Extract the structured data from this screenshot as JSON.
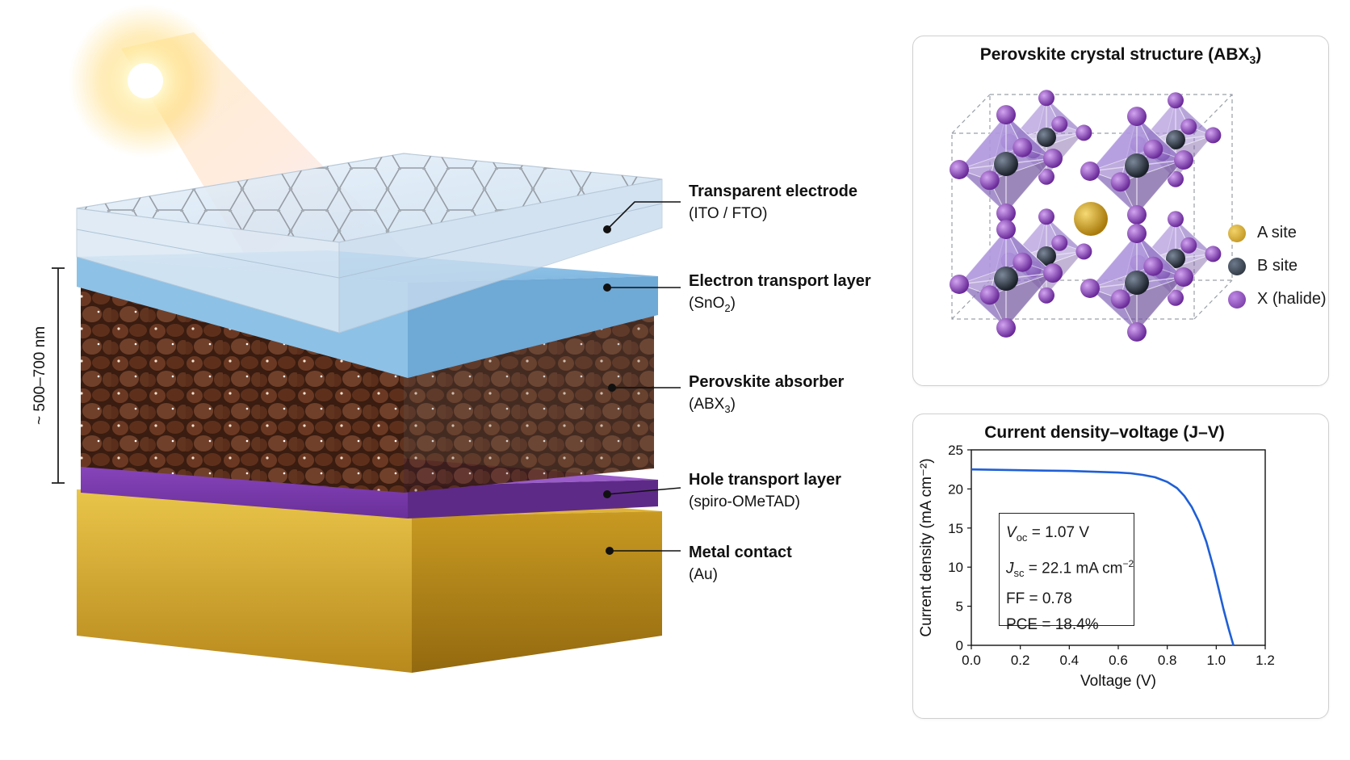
{
  "stack": {
    "thickness_label": "~ 500–700 nm",
    "layers": [
      {
        "name": "Transparent electrode",
        "sub": "(ITO / FTO)"
      },
      {
        "name": "Electron transport layer",
        "sub": "(SnO",
        "sub_subscript": "2",
        "sub_after": ")"
      },
      {
        "name": "Perovskite absorber",
        "sub": "(ABX",
        "sub_subscript": "3",
        "sub_after": ")"
      },
      {
        "name": "Hole transport layer",
        "sub": "(spiro-OMeTAD)"
      },
      {
        "name": "Metal contact",
        "sub": "(Au)"
      }
    ],
    "colors": {
      "glass": "#cfe2f3",
      "etl": "#8cc0e6",
      "perovskite": "#5a2f1d",
      "htl": "#7f3fb0",
      "gold": "#d6a828"
    }
  },
  "crystal": {
    "title": "Perovskite crystal structure (ABX",
    "title_subscript": "3",
    "title_after": ")",
    "legend": [
      {
        "label": "A site",
        "color": "#d4a11e"
      },
      {
        "label": "B site",
        "color": "#2d3440"
      },
      {
        "label": "X (halide)",
        "color": "#8a3fb8"
      }
    ]
  },
  "jv": {
    "title": "Current density–voltage (J–V)",
    "params": {
      "voc_sym": "V",
      "voc_sub": "oc",
      "voc_val": " = 1.07 V",
      "jsc_sym": "J",
      "jsc_sub": "sc",
      "jsc_val": " = 22.1 mA cm",
      "jsc_sup": "−2",
      "ff": "FF = 0.78",
      "pce": "PCE = 18.4%"
    }
  },
  "chart_data": {
    "type": "line",
    "title": "Current density–voltage (J–V)",
    "xlabel": "Voltage (V)",
    "ylabel": "Current density (mA cm⁻²)",
    "xlim": [
      0,
      1.2
    ],
    "ylim": [
      0,
      25
    ],
    "xticks": [
      "0.0",
      "0.2",
      "0.4",
      "0.6",
      "0.8",
      "1.0",
      "1.2"
    ],
    "yticks": [
      "0",
      "5",
      "10",
      "15",
      "20",
      "25"
    ],
    "series": [
      {
        "color": "#1f5fd6",
        "x": [
          0,
          0.1,
          0.2,
          0.3,
          0.4,
          0.5,
          0.6,
          0.65,
          0.7,
          0.75,
          0.8,
          0.84,
          0.87,
          0.9,
          0.93,
          0.96,
          0.99,
          1.01,
          1.03,
          1.05,
          1.07
        ],
        "y": [
          22.5,
          22.45,
          22.4,
          22.35,
          22.3,
          22.2,
          22.1,
          22.0,
          21.8,
          21.5,
          20.9,
          20.1,
          19.1,
          17.7,
          15.8,
          13.2,
          9.8,
          7.2,
          4.6,
          2.2,
          0
        ]
      }
    ]
  }
}
